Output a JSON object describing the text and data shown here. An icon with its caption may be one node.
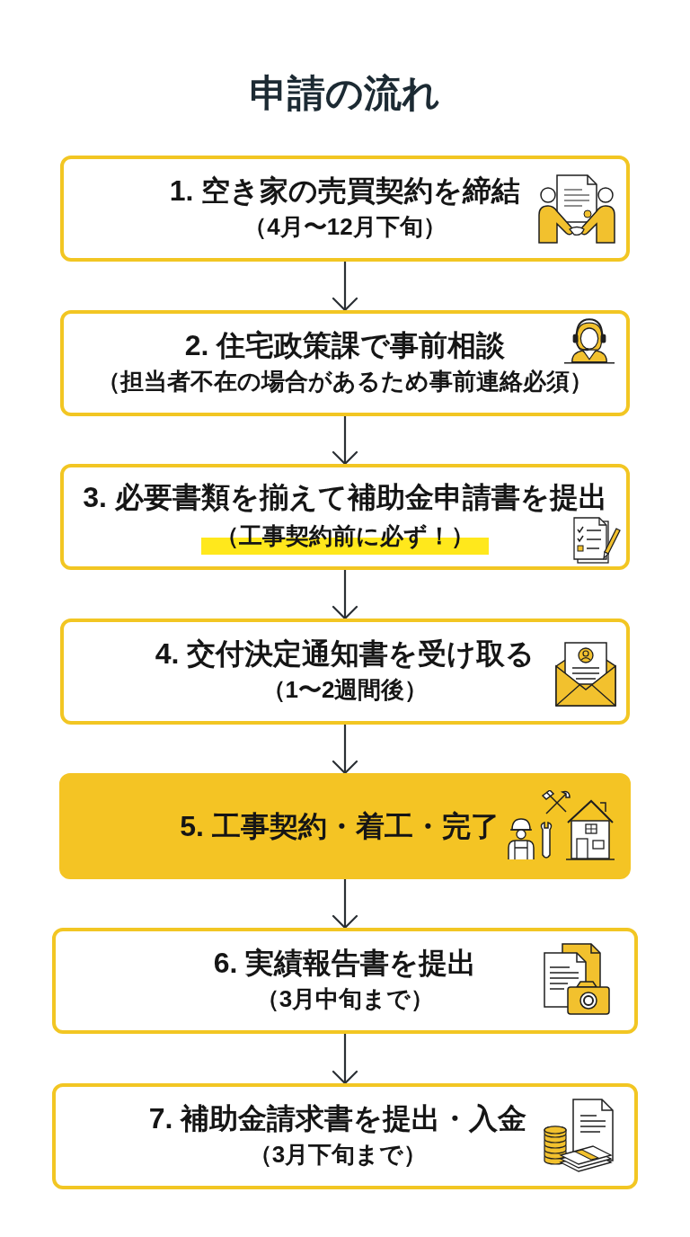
{
  "diagram": {
    "title": "申請の流れ",
    "nodes": [
      {
        "text": [
          "1. 空き家の売買契約を締結",
          "（4月〜12月下旬）"
        ]
      },
      {
        "text": [
          "2. 住宅政策課で事前相談",
          "（担当者不在の場合があるため事前連絡必須）"
        ]
      },
      {
        "text": [
          "3. 必要書類を揃えて補助金申請書を提出",
          "（工事契約前に必ず！）"
        ]
      },
      {
        "text": [
          "4. 交付決定通知書を受け取る",
          "（1〜2週間後）"
        ]
      },
      {
        "text": [
          "5. 工事契約・着工・完了"
        ]
      },
      {
        "text": [
          "6. 実績報告書を提出",
          "（3月中旬まで）"
        ]
      },
      {
        "text": [
          "7. 補助金請求書を提出・入金",
          "（3月下旬まで）"
        ]
      }
    ],
    "edges": [
      {
        "from": 0,
        "to": 1,
        "arrow": "to"
      },
      {
        "from": 1,
        "to": 2,
        "arrow": "to"
      },
      {
        "from": 2,
        "to": 3,
        "arrow": "to"
      },
      {
        "from": 3,
        "to": 4,
        "arrow": "to"
      },
      {
        "from": 4,
        "to": 5,
        "arrow": "to"
      },
      {
        "from": 5,
        "to": 6,
        "arrow": "to"
      }
    ]
  }
}
